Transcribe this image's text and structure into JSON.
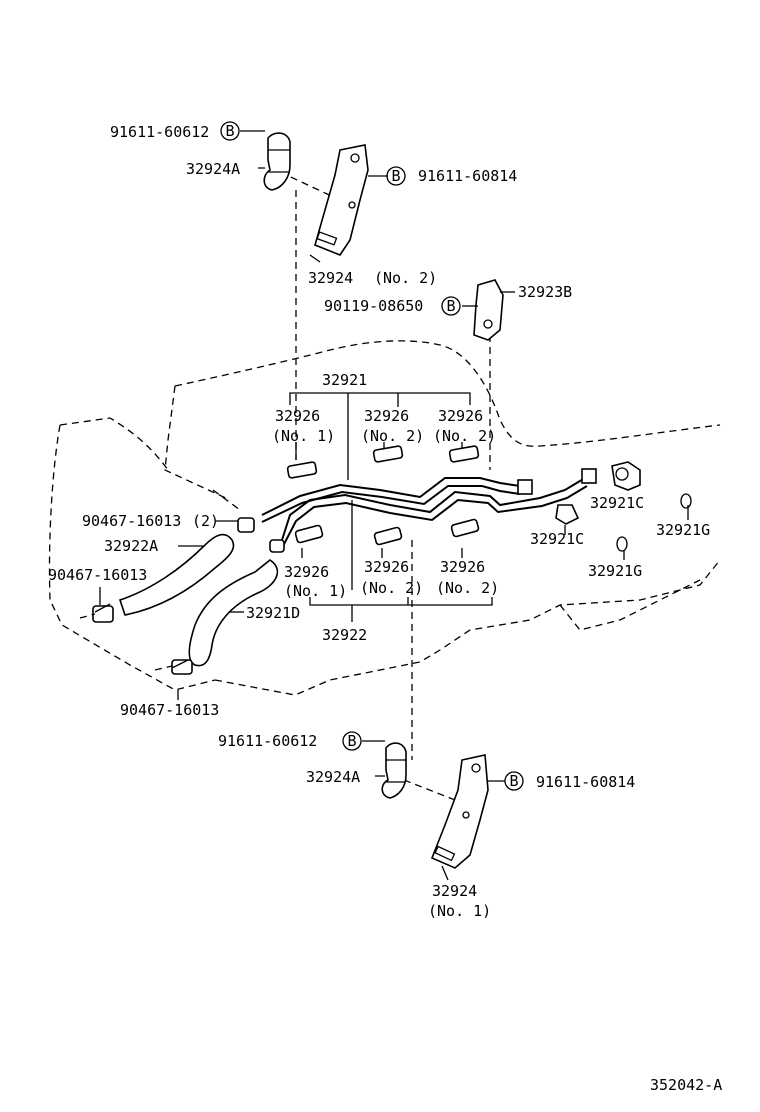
{
  "labels": {
    "b_91611_60612_top": "91611-60612",
    "a_32924A_top": "32924A",
    "b_91611_60814_top": "91611-60814",
    "p_32924_no2_num": "32924",
    "p_32924_no2_sub": "(No. 2)",
    "b_90119_08650": "90119-08650",
    "p_32923B": "32923B",
    "p_32921": "32921",
    "p_32926_a": "32926",
    "p_32926_a_sub": "(No. 1)",
    "p_32926_b": "32926",
    "p_32926_b_sub": "(No. 2)",
    "p_32926_c": "32926",
    "p_32926_c_sub": "(No. 2)",
    "p_90467_16013_2": "90467-16013",
    "p_qty_2": "(2)",
    "p_32922A": "32922A",
    "p_90467_16013_left": "90467-16013",
    "p_32921C_a": "32921C",
    "p_32921C_b": "32921C",
    "p_32921G_a": "32921G",
    "p_32921G_b": "32921G",
    "p_32926_d": "32926",
    "p_32926_d_sub": "(No. 1)",
    "p_32926_e": "32926",
    "p_32926_e_sub": "(No. 2)",
    "p_32926_f": "32926",
    "p_32926_f_sub": "(No. 2)",
    "p_32921D": "32921D",
    "p_32922": "32922",
    "p_90467_16013_bottom": "90467-16013",
    "b_91611_60612_bot": "91611-60612",
    "a_32924A_bot": "32924A",
    "b_91611_60814_bot": "91611-60814",
    "p_32924_no1_num": "32924",
    "p_32924_no1_sub": "(No. 1)",
    "diagram_id": "352042-A"
  },
  "bolt_marker": "B"
}
